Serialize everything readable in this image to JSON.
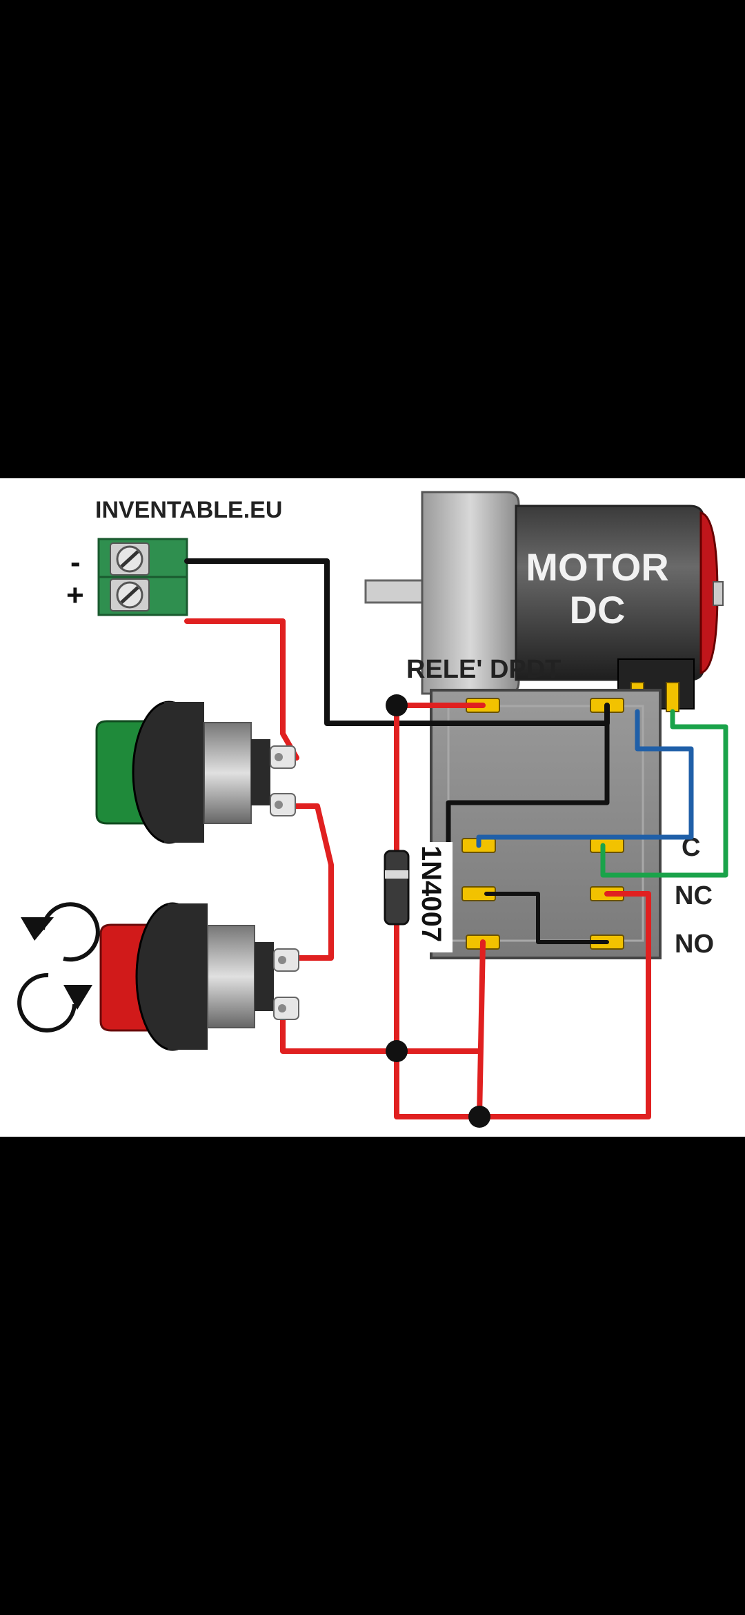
{
  "diagram": {
    "brand_label": "INVENTABLE.EU",
    "terminal_minus": "-",
    "terminal_plus": "+",
    "motor_label_line1": "MOTOR",
    "motor_label_line2": "DC",
    "relay_label": "RELE' DPDT",
    "diode_label": "1N4007",
    "contact_c": "C",
    "contact_nc": "NC",
    "contact_no": "NO"
  },
  "colors": {
    "wire_red": "#e02020",
    "wire_black": "#111111",
    "wire_blue": "#1f5fa8",
    "wire_green": "#1aa34a",
    "terminal_block": "#2f8f4f",
    "relay_body": "#8a8a8a",
    "pin": "#f2c200",
    "button_green": "#1f8a3a",
    "button_red": "#d11a1a"
  },
  "icons": [
    "rotate-ccw-icon",
    "rotate-cw-icon"
  ]
}
